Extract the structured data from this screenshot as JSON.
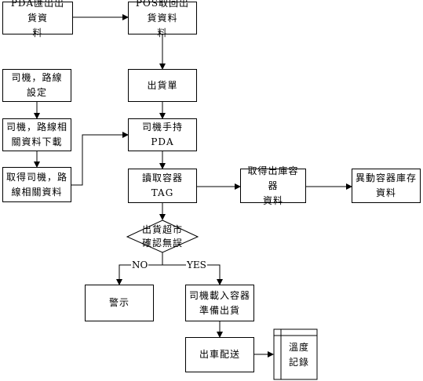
{
  "nodes": {
    "pda_export": "PDA匯出出貨資\n料",
    "pos_fetch": "POS取回出貨資料\n料",
    "ship_order": "出貨單",
    "driver_route_setup": "司機，路線\n設定",
    "driver_route_download": "司機，路線相\n關資料下載",
    "get_driver_route": "取得司機，路\n線相關資料",
    "driver_pda": "司機手持PDA",
    "read_tag": "讀取容器TAG",
    "get_outbound": "取得出庫容器\n資料",
    "change_inventory": "異動容器庫存\n資料",
    "decision": "出貨超市\n確認無誤",
    "alarm": "警示",
    "load_container": "司機載入容器\n準備出貨",
    "dispatch": "出車配送",
    "temp_record": "溫度\n記錄"
  },
  "edge_labels": {
    "no": "NO",
    "yes": "YES"
  }
}
